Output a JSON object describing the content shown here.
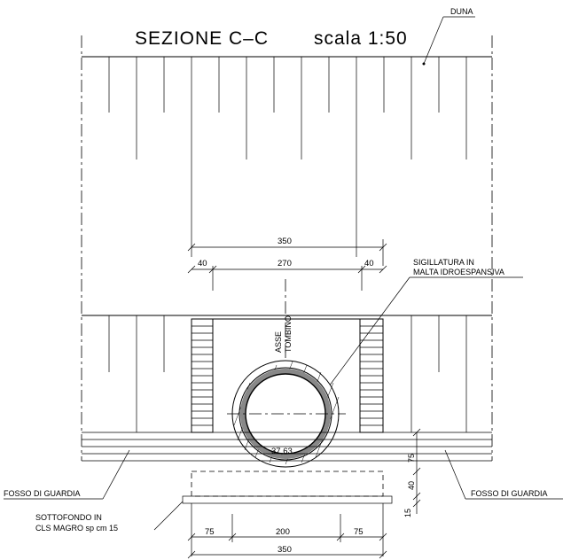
{
  "title": {
    "section": "SEZIONE C–C",
    "scale": "scala 1:50"
  },
  "labels": {
    "duna": "DUNA",
    "sigillatura_1": "SIGILLATURA IN",
    "sigillatura_2": "MALTA IDROESPANSIVA",
    "asse_1": "ASSE",
    "asse_2": "TOMBINO",
    "fosso_left": "FOSSO DI GUARDIA",
    "fosso_right": "FOSSO DI GUARDIA",
    "sottofondo_1": "SOTTOFONDO IN",
    "sottofondo_2": "CLS MAGRO sp cm 15"
  },
  "dimensions": {
    "top_total": "350",
    "top_left": "40",
    "top_mid": "270",
    "top_right": "40",
    "pipe_level": "37,63",
    "side_75": "75",
    "side_40": "40",
    "side_15": "15",
    "bottom_left": "75",
    "bottom_mid": "200",
    "bottom_right": "75",
    "bottom_total": "350"
  }
}
